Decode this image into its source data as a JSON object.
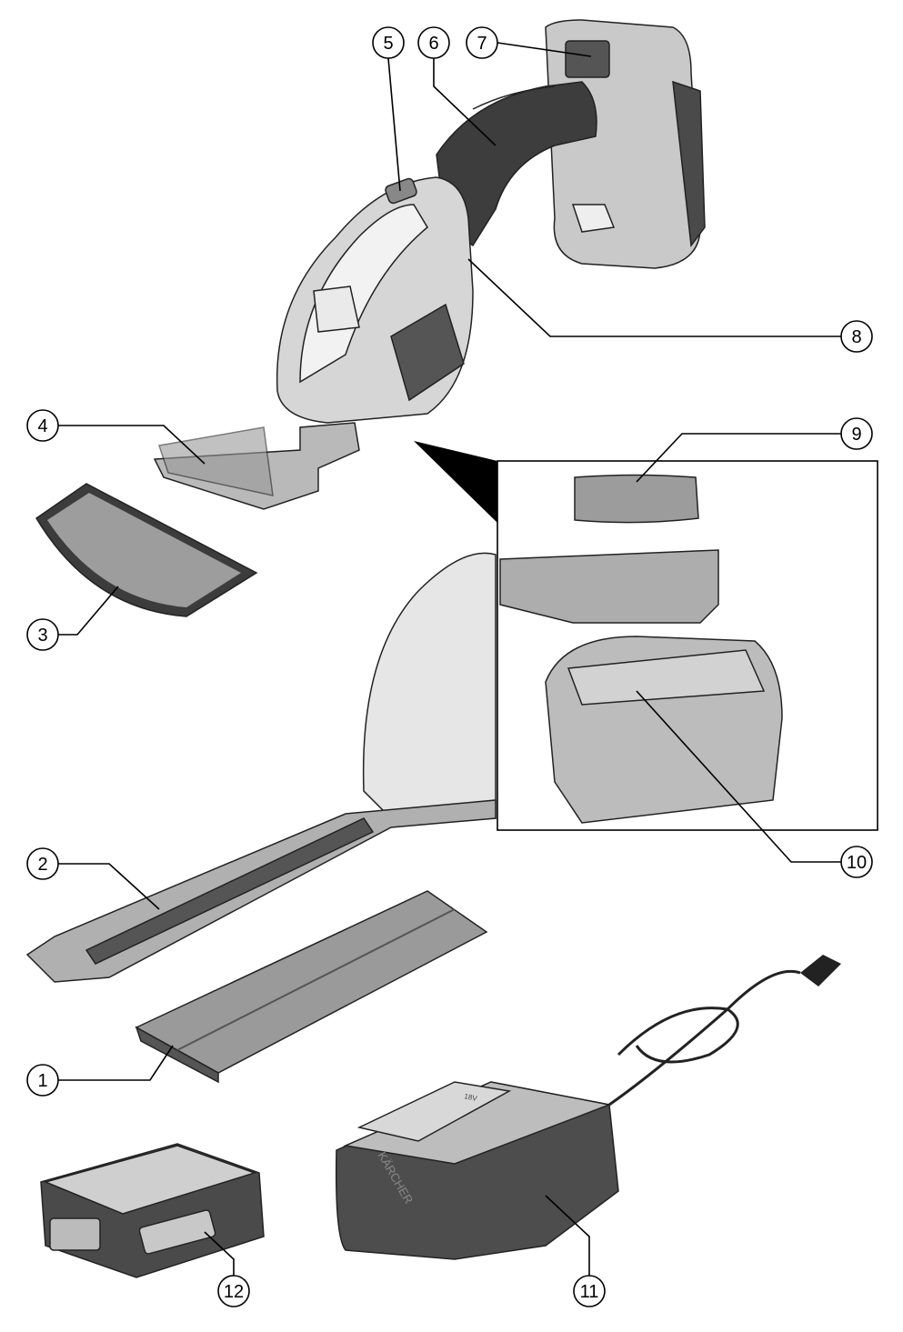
{
  "callouts": [
    {
      "label": "1"
    },
    {
      "label": "2"
    },
    {
      "label": "3"
    },
    {
      "label": "4"
    },
    {
      "label": "5"
    },
    {
      "label": "6"
    },
    {
      "label": "7"
    },
    {
      "label": "8"
    },
    {
      "label": "9"
    },
    {
      "label": "10"
    },
    {
      "label": "11"
    },
    {
      "label": "12"
    }
  ],
  "charger": {
    "brand_logo": "KÄRCHER",
    "voltage_mark": "18V"
  },
  "colors": {
    "line": "#000000",
    "part_light": "#d4d4d4",
    "part_mid": "#9a9a9a",
    "part_dark": "#505050"
  }
}
